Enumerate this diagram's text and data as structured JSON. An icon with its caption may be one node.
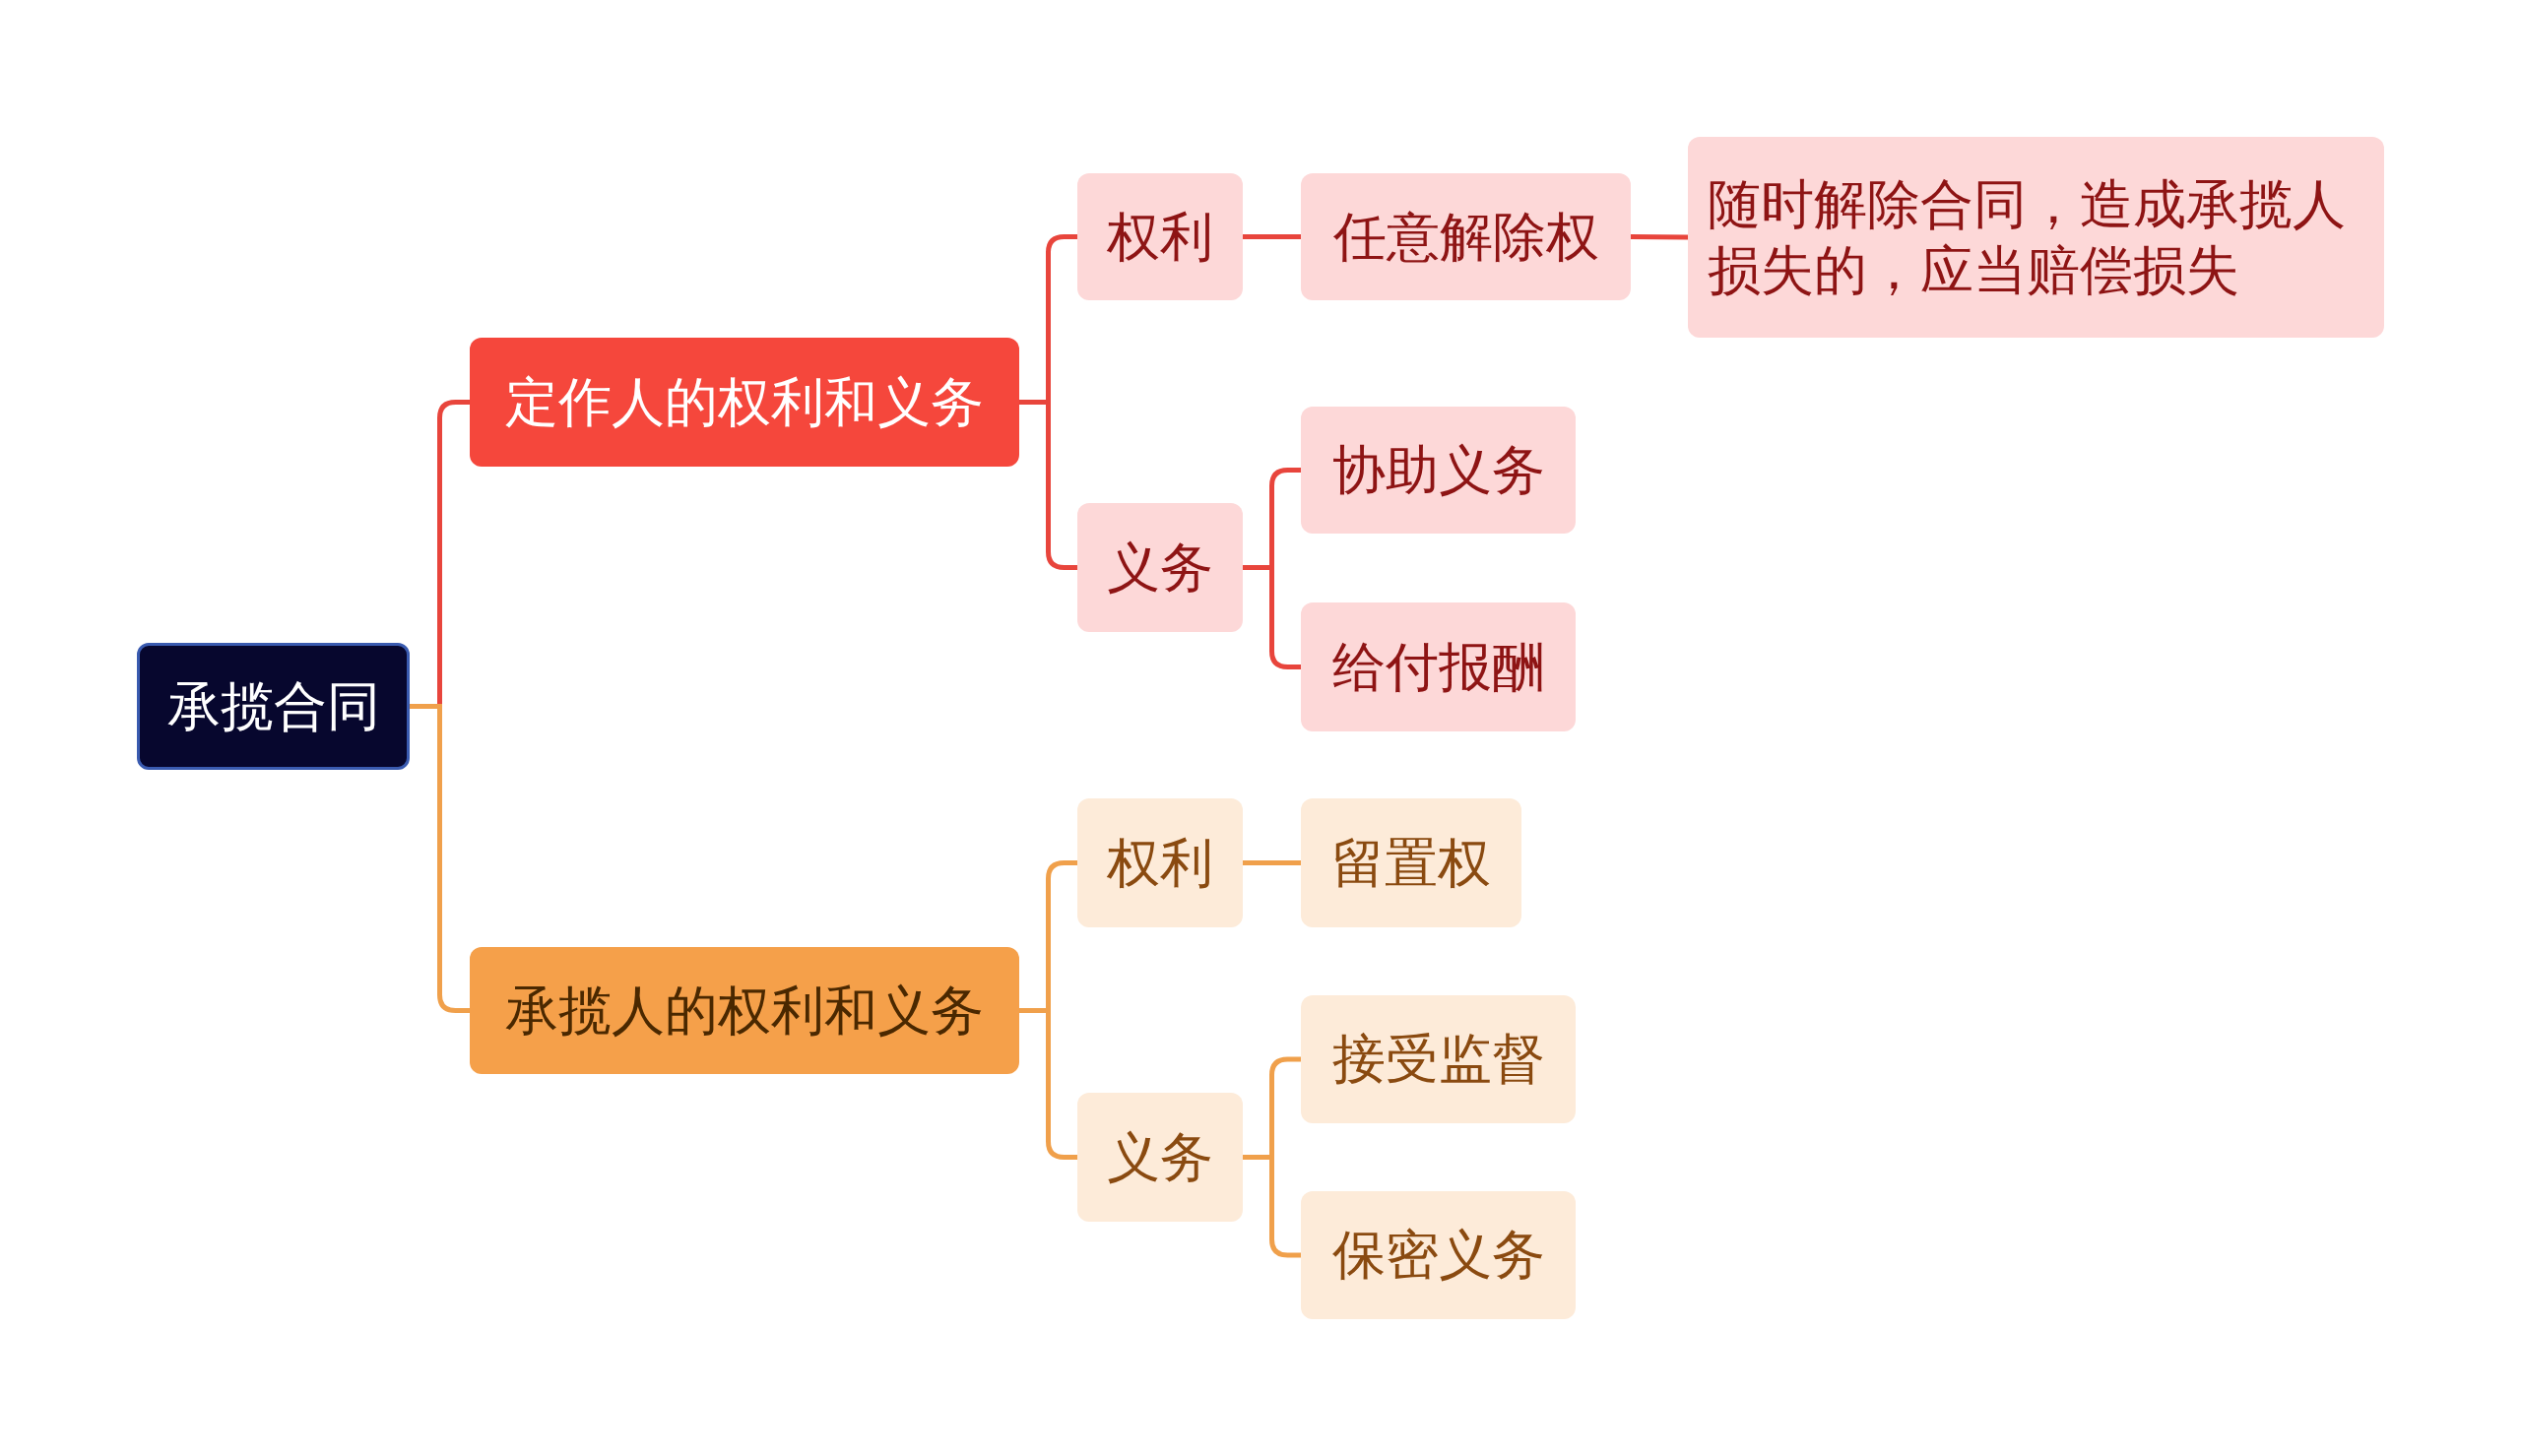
{
  "diagram": {
    "nodes": [
      {
        "text": [
          "承揽合同"
        ]
      },
      {
        "text": [
          "定作人的权利和义务"
        ]
      },
      {
        "text": [
          "权利"
        ]
      },
      {
        "text": [
          "任意解除权"
        ]
      },
      {
        "text": [
          "随时解除合同，造成承揽人损失的，应当赔偿损失"
        ]
      },
      {
        "text": [
          "义务"
        ]
      },
      {
        "text": [
          "协助义务"
        ]
      },
      {
        "text": [
          "给付报酬"
        ]
      },
      {
        "text": [
          "承揽人的权利和义务"
        ]
      },
      {
        "text": [
          "权利"
        ]
      },
      {
        "text": [
          "留置权"
        ]
      },
      {
        "text": [
          "义务"
        ]
      },
      {
        "text": [
          "接受监督"
        ]
      },
      {
        "text": [
          "保密义务"
        ]
      }
    ],
    "edges": [
      {
        "from": 0,
        "to": 1,
        "arrow": "none",
        "color": "#e8453c"
      },
      {
        "from": 1,
        "to": 2,
        "arrow": "none",
        "color": "#e8453c"
      },
      {
        "from": 2,
        "to": 3,
        "arrow": "none",
        "color": "#e8453c"
      },
      {
        "from": 3,
        "to": 4,
        "arrow": "none",
        "color": "#e8453c"
      },
      {
        "from": 1,
        "to": 5,
        "arrow": "none",
        "color": "#e8453c"
      },
      {
        "from": 5,
        "to": 6,
        "arrow": "none",
        "color": "#e8453c"
      },
      {
        "from": 5,
        "to": 7,
        "arrow": "none",
        "color": "#e8453c"
      },
      {
        "from": 0,
        "to": 8,
        "arrow": "none",
        "color": "#f0a04b"
      },
      {
        "from": 8,
        "to": 9,
        "arrow": "none",
        "color": "#f0a04b"
      },
      {
        "from": 9,
        "to": 10,
        "arrow": "none",
        "color": "#f0a04b"
      },
      {
        "from": 8,
        "to": 11,
        "arrow": "none",
        "color": "#f0a04b"
      },
      {
        "from": 11,
        "to": 12,
        "arrow": "none",
        "color": "#f0a04b"
      },
      {
        "from": 11,
        "to": 13,
        "arrow": "none",
        "color": "#f0a04b"
      }
    ]
  }
}
